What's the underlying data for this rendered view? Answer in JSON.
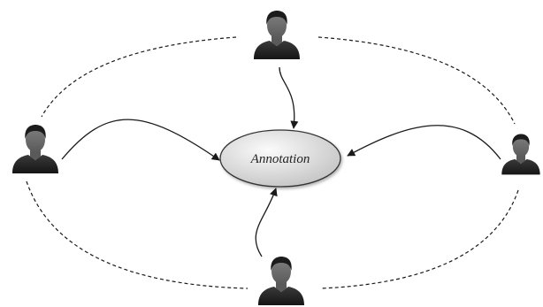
{
  "diagram": {
    "center_label": "Annotation",
    "participants": [
      {
        "role": "annotator",
        "icon": "person-silhouette-icon"
      },
      {
        "role": "annotator",
        "icon": "person-silhouette-icon"
      },
      {
        "role": "annotator",
        "icon": "person-silhouette-icon"
      },
      {
        "role": "annotator",
        "icon": "person-silhouette-icon"
      }
    ],
    "colors": {
      "ellipse_fill_light": "#fbfbfb",
      "ellipse_fill_dark": "#c4c4c4",
      "stroke": "#1a1a1a",
      "person_dark": "#1c1c1c",
      "person_light": "#8a8a8a"
    }
  }
}
